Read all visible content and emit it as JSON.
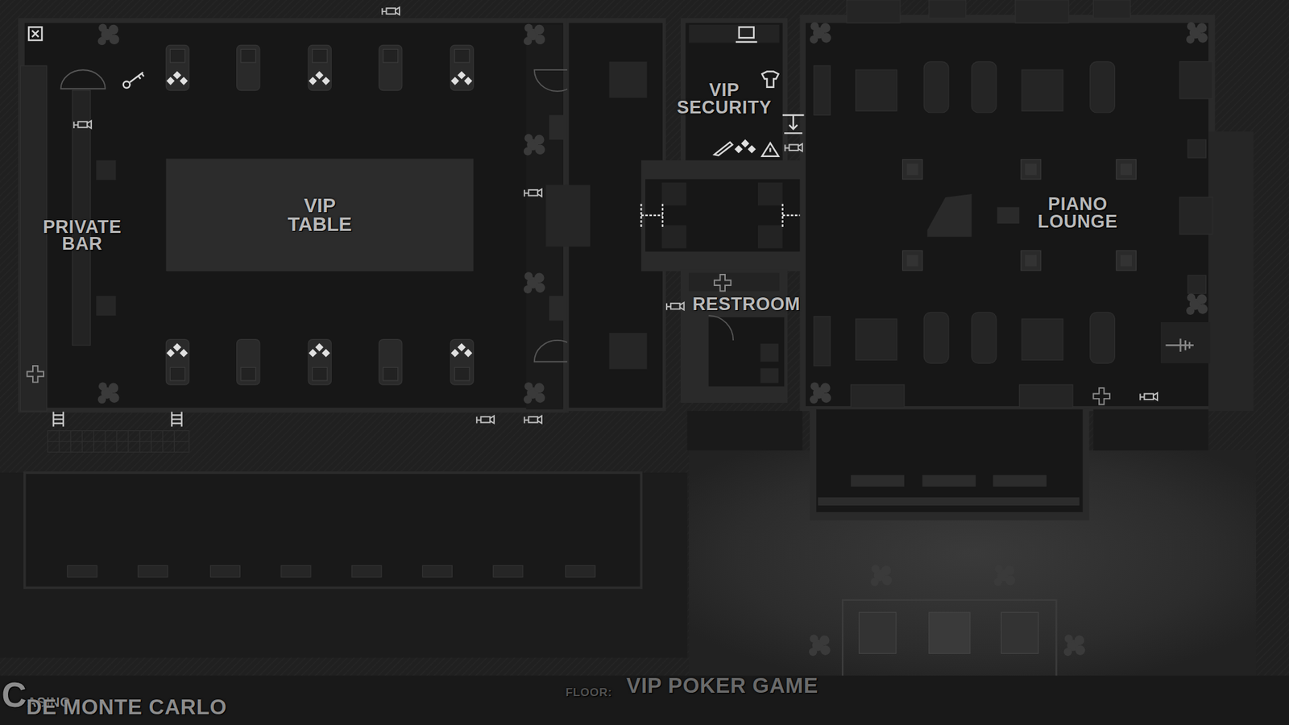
{
  "diagram": {
    "nodes": [
      {
        "text": [
          "VIP TABLE"
        ]
      }
    ],
    "labels": [
      "PRIVATE BAR",
      "VIP SECURITY",
      "RESTROOM",
      "PIANO LOUNGE",
      "CASINO",
      "DE MONTE CARLO",
      "FLOOR:",
      "VIP POKER GAME"
    ]
  }
}
